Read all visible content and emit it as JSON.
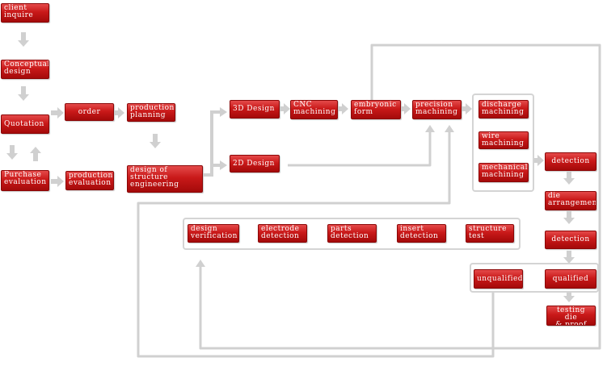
{
  "colors": {
    "box": "#c91919",
    "arrow": "#cccccc",
    "text": "#ffffff"
  },
  "nodes": {
    "client_inquire": "client\ninquire",
    "conceptual_design": "Conceptual\ndesign",
    "quotation": "Quotation",
    "purchase_evaluation": "Purchase\nevaluation",
    "order": "order",
    "production_planning": "production\nplanning",
    "production_evaluation": "production\nevaluation",
    "design_structure_engineering": "design of\nstructure\nengineering",
    "design_3d": "3D Design",
    "design_2d": "2D Design",
    "cnc_machining": "CNC\nmachining",
    "embryonic_form": "embryonic\nform",
    "precision_machining": "precision\nmachining",
    "discharge_machining": "discharge\nmachining",
    "wire_machining": "wire\nmachining",
    "mechanical_machining": "mechanical\nmachining",
    "detection_1": "detection",
    "die_arrangement": "die\narrangement",
    "detection_2": "detection",
    "qualified": "qualified",
    "unqualified": "unqualified",
    "testing_die_proof": "testing die\n& proof",
    "design_verification": "design\nverification",
    "electrode_detection": "electrode\ndetection",
    "parts_detection": "parts\ndetection",
    "insert_detection": "insert\ndetection",
    "structure_test": "structure\ntest"
  }
}
